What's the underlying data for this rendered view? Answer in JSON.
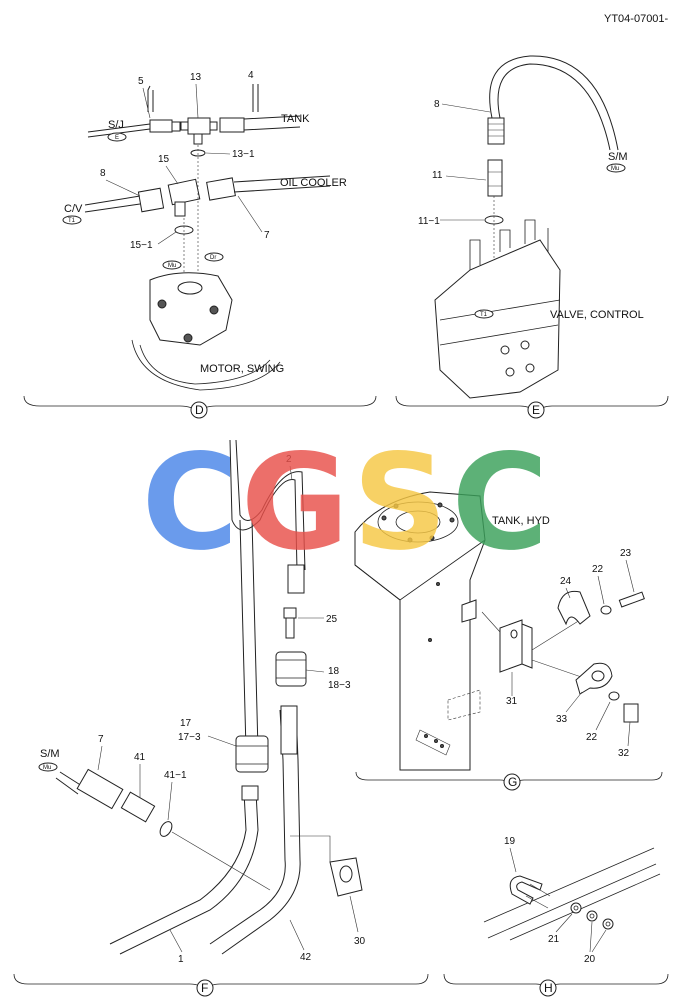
{
  "drawing_code": "YT04-07001-",
  "watermark": {
    "letters": [
      "C",
      "G",
      "S",
      "C"
    ],
    "colors": [
      "#4a86e8",
      "#e8504a",
      "#f6c744",
      "#3aa05a"
    ]
  },
  "sections": {
    "D": {
      "letter": "D",
      "labels": {
        "n5": "5",
        "n13": "13",
        "n4": "4",
        "sj": "S/J",
        "e_tag": "E",
        "tank": "TANK",
        "n13_1": "13−1",
        "n15": "15",
        "n8": "8",
        "cv": "C/V",
        "t1_tag": "T1",
        "oil_cooler": "OIL COOLER",
        "n15_1": "15−1",
        "n7": "7",
        "mu_tag": "Mu",
        "dr_tag": "Dr",
        "motor_swing": "MOTOR, SWING"
      }
    },
    "E": {
      "letter": "E",
      "labels": {
        "n8": "8",
        "sm": "S/M",
        "mu_tag": "Mu",
        "n11": "11",
        "n11_1": "11−1",
        "t1_tag": "T1",
        "valve_control": "VALVE, CONTROL"
      }
    },
    "F": {
      "letter": "F",
      "labels": {
        "n2": "2",
        "n25": "25",
        "n18": "18",
        "n18_3": "18−3",
        "n17": "17",
        "n17_3": "17−3",
        "sm": "S/M",
        "mu_tag": "Mu",
        "n7": "7",
        "n41": "41",
        "n41_1": "41−1",
        "n1": "1",
        "n42": "42",
        "n30": "30"
      }
    },
    "G": {
      "letter": "G",
      "labels": {
        "tank_hyd": "TANK, HYD",
        "n23": "23",
        "n24": "24",
        "n22a": "22",
        "n31": "31",
        "n33": "33",
        "n22b": "22",
        "n32": "32"
      }
    },
    "H": {
      "letter": "H",
      "labels": {
        "n19": "19",
        "n21": "21",
        "n20": "20"
      }
    }
  }
}
